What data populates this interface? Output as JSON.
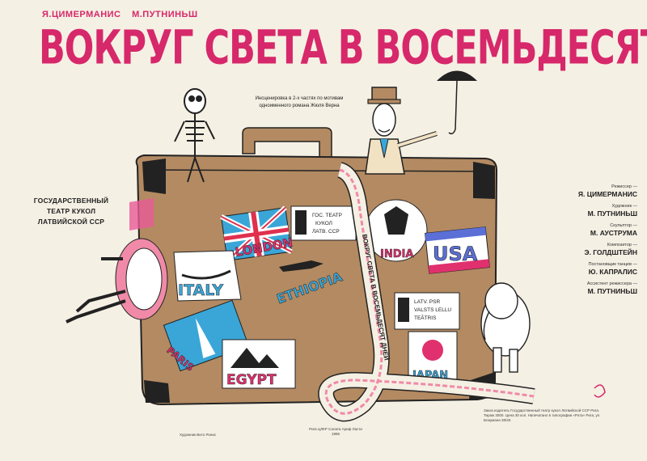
{
  "authors": [
    "Я.ЦИМЕРМАНИС",
    "М.ПУТНИНЬШ"
  ],
  "title": "ВОКРУГ СВЕТА В ВОСЕМЬДЕСЯТ ДНЕЙ",
  "subtitle": "Инсценировка в 2-х частях по мотивам одноименного романа Жюля Верна",
  "theatre": [
    "ГОСУДАРСТВЕННЫЙ",
    "ТЕАТР КУКОЛ",
    "ЛАТВИЙСКОЙ ССР"
  ],
  "credits": [
    {
      "role": "Режиссер —",
      "name": "Я. ЦИМЕРМАНИС"
    },
    {
      "role": "Художник —",
      "name": "М. ПУТНИНЬШ"
    },
    {
      "role": "Скульптор —",
      "name": "М. АУСТРУМА"
    },
    {
      "role": "Композитор —",
      "name": "Э. ГОЛДШТЕЙН"
    },
    {
      "role": "Постановщик танцев —",
      "name": "Ю. КАПРАЛИС"
    },
    {
      "role": "Ассистент режиссера —",
      "name": "М. ПУТНИНЬШ"
    }
  ],
  "stickers": {
    "london": "LONDON",
    "italy": "ITALY",
    "ethiopia": "ETHIOPIA",
    "india": "INDIA",
    "usa": "USA",
    "paris": "PARIS",
    "egypt": "EGYPT",
    "japan": "JAPAN",
    "puppet_theatre_ru": [
      "ГОС. ТЕАТР",
      "КУКОЛ",
      "ЛАТВ. ССР"
    ],
    "puppet_theatre_lv": [
      "LATV. PSR",
      "VALSTS LELLU",
      "TEĀTRIS"
    ],
    "ribbon_text": "ВОКРУГ СВЕТА В ВОСЕМЬДЕСЯТ ДНЕЙ"
  },
  "footer": {
    "left": "Художник Вито Ронис",
    "middle": "Рига ЦЛКР Салата Ариф Ласти 1986",
    "right": "Заказ издатель Государственный театр кукол Латвийской ССР Рига. Тираж 3000. Цена 30 коп. Напечатано в типографии «Рота» Рига, ул. Блаумана 38/40."
  },
  "colors": {
    "magenta": "#d6286a",
    "suitcase": "#b38a62",
    "ribbon_pink": "#f08aa8",
    "paper": "#f5f0e4"
  }
}
